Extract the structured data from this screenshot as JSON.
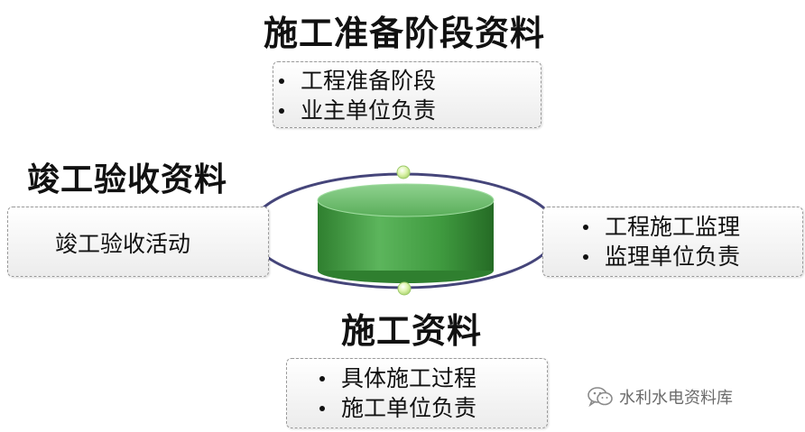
{
  "top": {
    "title": "施工准备阶段资料",
    "items": [
      "工程准备阶段",
      "业主单位负责"
    ]
  },
  "left": {
    "title": "竣工验收资料",
    "text": "竣工验收活动"
  },
  "right": {
    "items": [
      "工程施工监理",
      "监理单位负责"
    ]
  },
  "bottom": {
    "title": "施工资料",
    "items": [
      "具体施工过程",
      "施工单位负责"
    ]
  },
  "watermark": {
    "icon": "wechat-icon",
    "text": "水利水电资料库"
  },
  "colors": {
    "cylinder": "#3f9a3f",
    "ring": "#3f3f74",
    "node": "#d6f0a0"
  }
}
